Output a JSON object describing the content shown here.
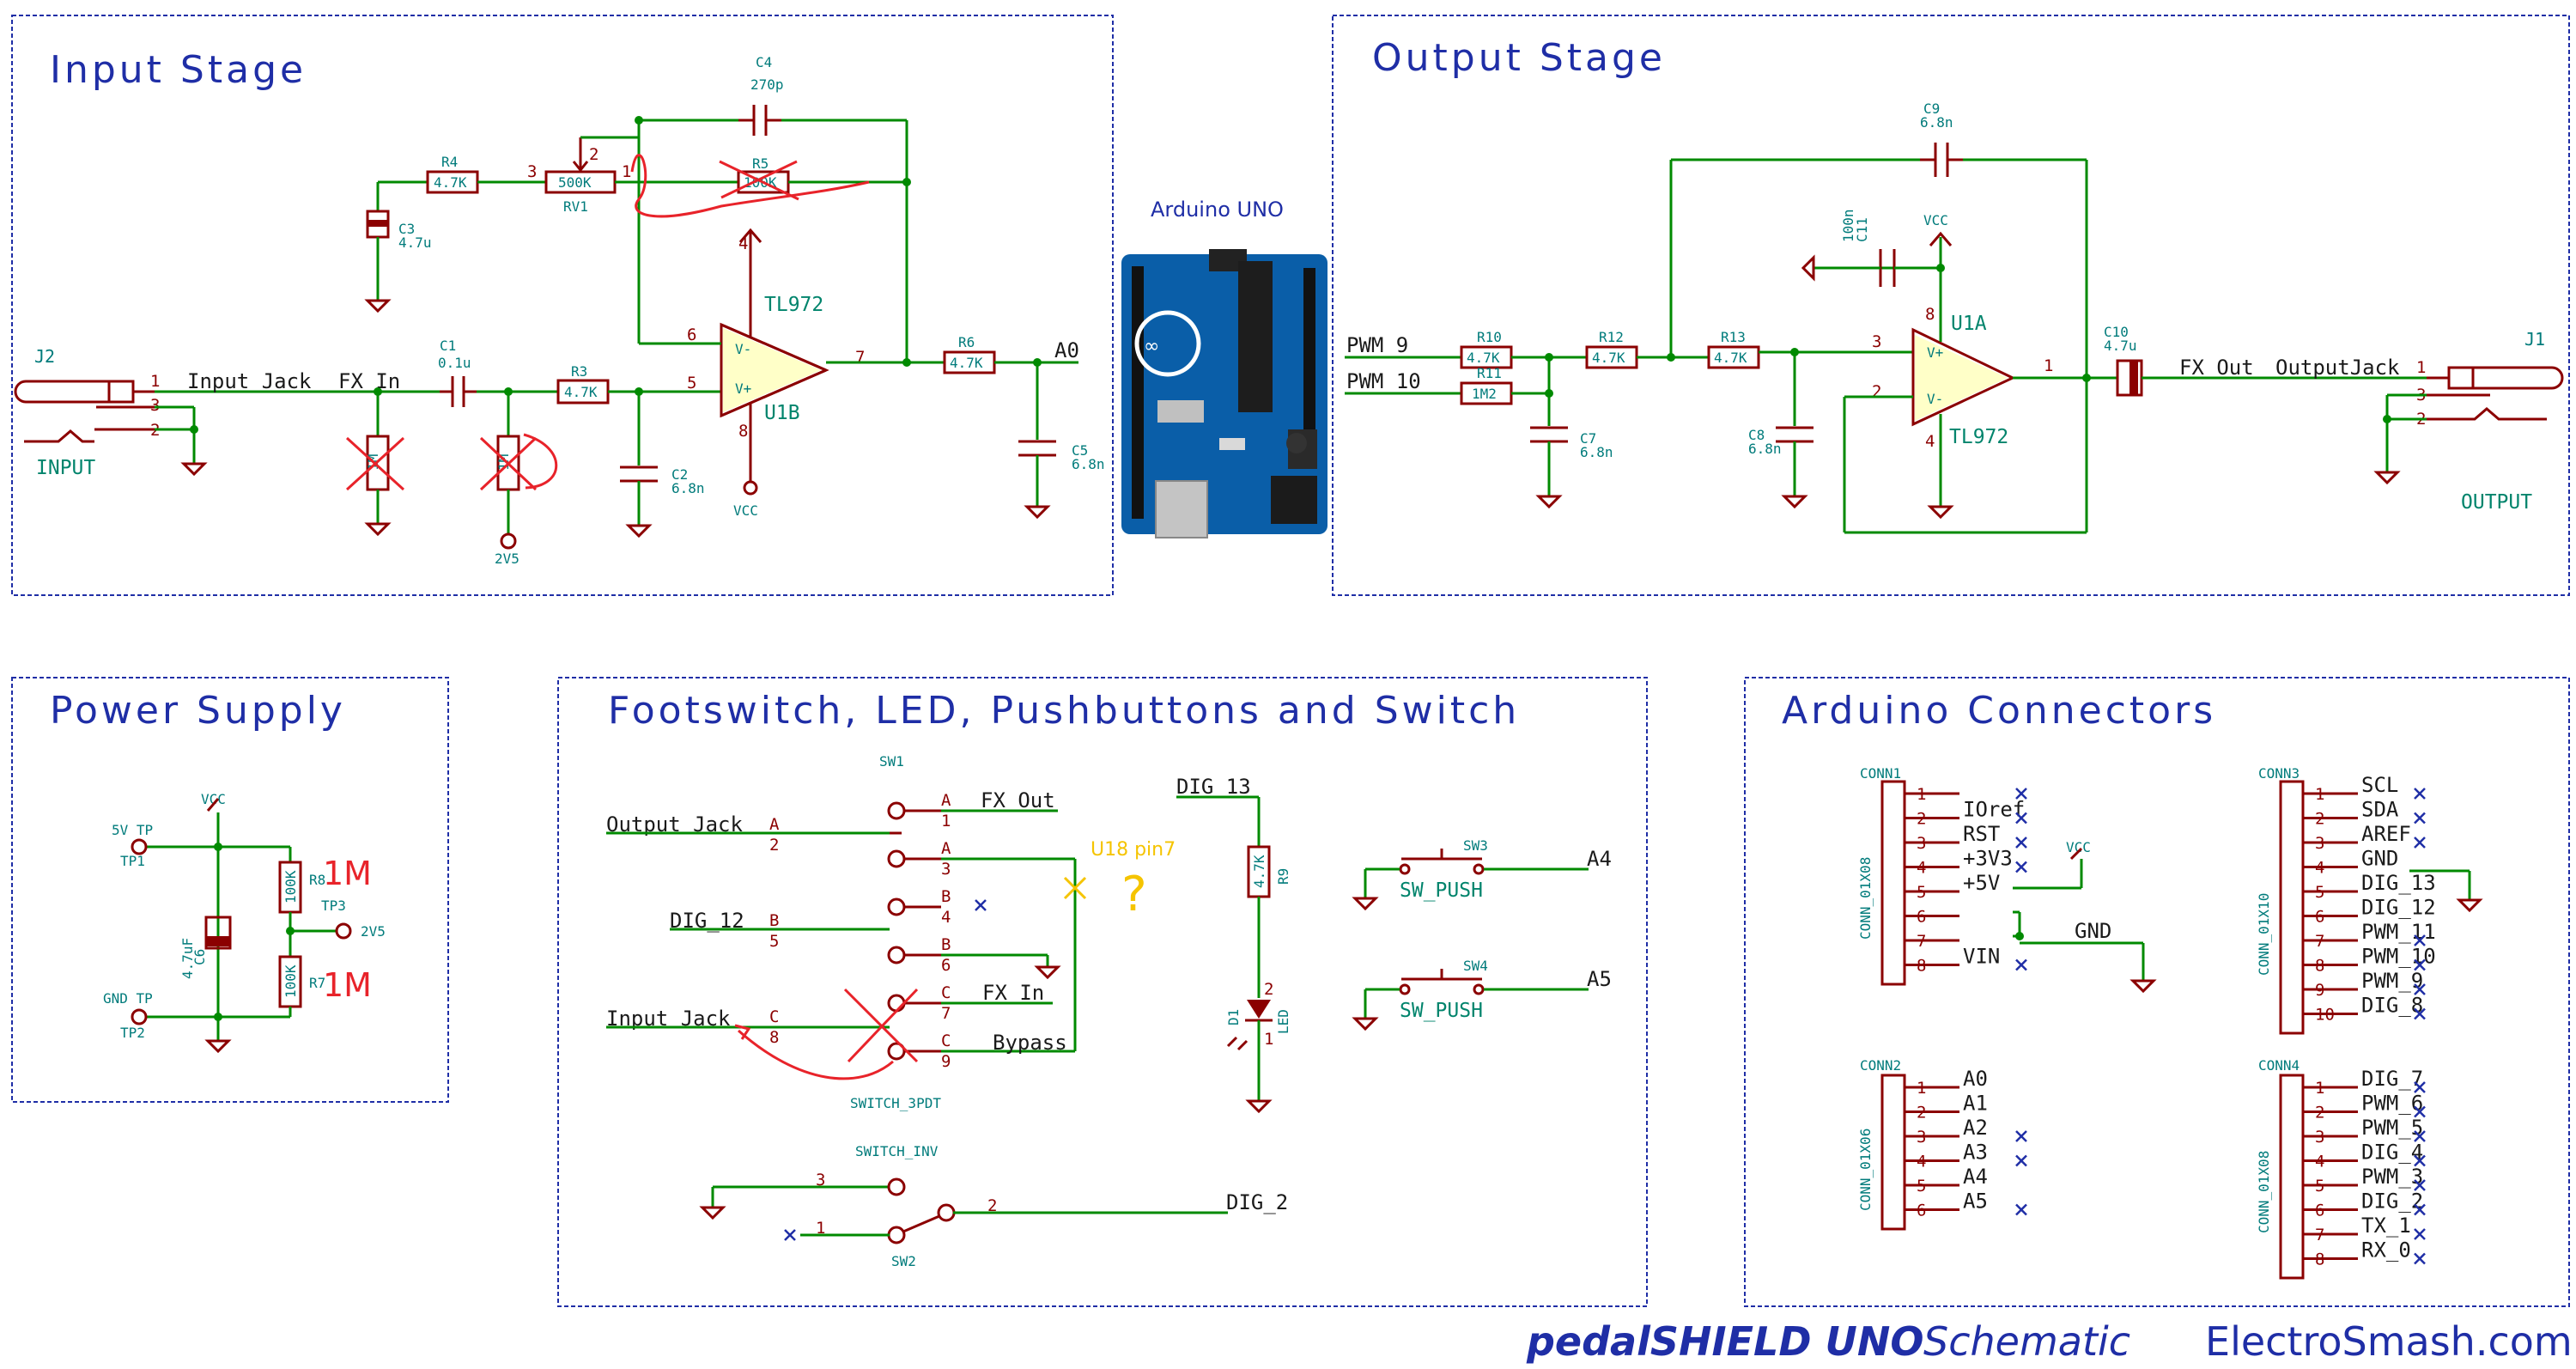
{
  "boxes": {
    "input": "Input Stage",
    "output": "Output Stage",
    "power": "Power Supply",
    "footswitch": "Footswitch, LED, Pushbuttons and Switch",
    "connectors": "Arduino Connectors"
  },
  "arduino_label": "Arduino UNO",
  "input_stage": {
    "j2": "J2",
    "input": "INPUT",
    "input_jack": "Input Jack",
    "fx_in": "FX In",
    "a0": "A0",
    "c1": "C1",
    "c1v": "0.1u",
    "c3": "C3",
    "c3v": "4.7u",
    "c4": "C4",
    "c4v": "270p",
    "c2": "C2",
    "c2v": "6.8n",
    "c5": "C5",
    "c5v": "6.8n",
    "r3": "R3",
    "r3v": "4.7K",
    "r4": "R4",
    "r4v": "4.7K",
    "r5": "R5",
    "r5v": "100K",
    "r6": "R6",
    "r6v": "4.7K",
    "r1v": "1M",
    "r2v": "1M",
    "rv1": "RV1",
    "rv1v": "500K",
    "tl972": "TL972",
    "u1b": "U1B",
    "vcc": "VCC",
    "v2v5": "2V5",
    "p1": "1",
    "p2": "2",
    "p3": "3",
    "p5": "5",
    "p6": "6",
    "p7": "7",
    "p8": "8",
    "p4": "4"
  },
  "output_stage": {
    "pwm9": "PWM_9",
    "pwm10": "PWM_10",
    "fx_out": "FX Out",
    "output_jack": "OutputJack",
    "j1": "J1",
    "output": "OUTPUT",
    "r10": "R10",
    "r10v": "4.7K",
    "r11": "R11",
    "r11v": "1M2",
    "r12": "R12",
    "r12v": "4.7K",
    "r13": "R13",
    "r13v": "4.7K",
    "c7": "C7",
    "c7v": "6.8n",
    "c8": "C8",
    "c8v": "6.8n",
    "c9": "C9",
    "c9v": "6.8n",
    "c10": "C10",
    "c10v": "4.7u",
    "c11": "C11",
    "c11v": "100n",
    "vcc": "VCC",
    "u1a": "U1A",
    "tl972": "TL972"
  },
  "power": {
    "vcc": "VCC",
    "tp1a": "5V TP",
    "tp1": "TP1",
    "tp2a": "GND TP",
    "tp2": "TP2",
    "tp3": "TP3",
    "v2v5": "2V5",
    "c6": "C6",
    "c6v": "4.7uF",
    "r8": "R8",
    "r8v": "100K",
    "r7": "R7",
    "r7v": "100K",
    "hand1": "1M",
    "hand2": "1M"
  },
  "footswitch": {
    "sw1": "SW1",
    "output_jack": "Output Jack",
    "dig12": "DIG_12",
    "input_jack": "Input Jack",
    "fx_out": "FX Out",
    "fx_in": "FX In",
    "bypass": "Bypass",
    "switch3pdt": "SWITCH_3PDT",
    "note": "U18 pin7",
    "question": "?",
    "dig13": "DIG_13",
    "r9": "R9",
    "r9v": "4.7K",
    "d1": "D1",
    "led": "LED",
    "sw3": "SW3",
    "sw4": "SW4",
    "swpush": "SW_PUSH",
    "a4": "A4",
    "a5": "A5",
    "switch_inv": "SWITCH_INV",
    "sw2": "SW2",
    "dig2": "DIG_2",
    "pins": {
      "A": "A",
      "B": "B",
      "C": "C"
    }
  },
  "connectors": {
    "conn1": {
      "ref": "CONN1",
      "type": "CONN_01X08",
      "labels": [
        "",
        "IOref",
        "RST",
        "+3V3",
        "+5V",
        "",
        "",
        "VIN"
      ]
    },
    "conn2": {
      "ref": "CONN2",
      "type": "CONN_01X06",
      "labels": [
        "A0",
        "A1",
        "A2",
        "A3",
        "A4",
        "A5"
      ]
    },
    "conn3": {
      "ref": "CONN3",
      "type": "CONN_01X10",
      "labels": [
        "SCL",
        "SDA",
        "AREF",
        "GND",
        "DIG_13",
        "DIG_12",
        "PWM_11",
        "PWM_10",
        "PWM_9",
        "DIG_8"
      ]
    },
    "conn4": {
      "ref": "CONN4",
      "type": "CONN_01X08",
      "labels": [
        "DIG_7",
        "PWM_6",
        "PWM_5",
        "DIG_4",
        "PWM_3",
        "DIG_2",
        "TX_1",
        "RX_0"
      ]
    },
    "vcc": "VCC",
    "gnd": "GND"
  },
  "footer": {
    "product": "pedalSHIELD UNO",
    "kind": "Schematic",
    "site": "ElectroSmash.com"
  }
}
